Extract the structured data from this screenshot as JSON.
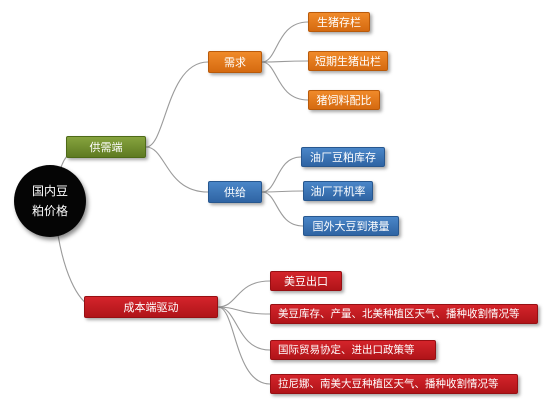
{
  "root": {
    "line1": "国内豆",
    "line2": "粕价格"
  },
  "supply_demand": {
    "label": "供需端",
    "demand": {
      "label": "需求",
      "items": [
        "生猪存栏",
        "短期生猪出栏",
        "猪饲料配比"
      ]
    },
    "supply": {
      "label": "供给",
      "items": [
        "油厂豆粕库存",
        "油厂开机率",
        "国外大豆到港量"
      ]
    }
  },
  "cost_driver": {
    "label": "成本端驱动",
    "items": [
      "美豆出口",
      "美豆库存、产量、北美种植区天气、播种收割情况等",
      "国际贸易协定、进出口政策等",
      "拉尼娜、南美大豆种植区天气、播种收割情况等"
    ]
  },
  "colors": {
    "root": "#050505",
    "supply_demand": "#6e8c2c",
    "demand": "#e37a1c",
    "supply": "#3b74b6",
    "cost": "#c11b21",
    "connector": "#9a9a9a"
  }
}
